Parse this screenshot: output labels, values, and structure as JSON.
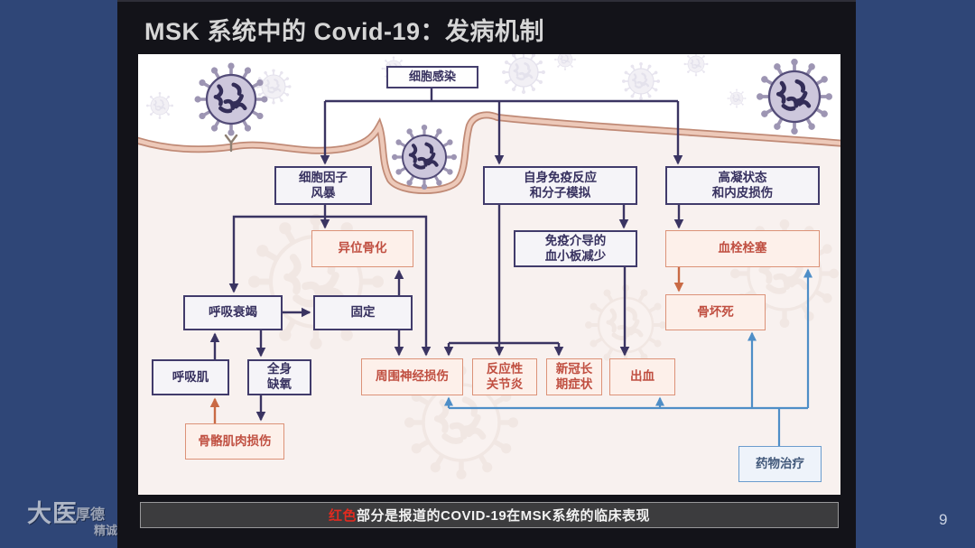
{
  "slide": {
    "title": "MSK 系统中的 Covid-19：发病机制",
    "page_number": "9",
    "logo": {
      "big": "大医",
      "small": "厚德",
      "line2": "精诚"
    },
    "footer": {
      "highlight": "红色",
      "rest": "部分是报道的COVID-19在MSK系统的临床表现"
    }
  },
  "diagram": {
    "nodes": {
      "cell_infection": {
        "label": "细胞感染",
        "type": "navy"
      },
      "cytokine_storm": {
        "label": "细胞因子\n风暴",
        "type": "navy"
      },
      "autoimmune_response": {
        "label": "自身免疫反应\n和分子模拟",
        "type": "navy"
      },
      "hypercoagulable_state": {
        "label": "高凝状态\n和内皮损伤",
        "type": "navy"
      },
      "heterotopic_ossification": {
        "label": "异位骨化",
        "type": "red"
      },
      "immune_thrombocytopenia": {
        "label": "免疫介导的\n血小板减少",
        "type": "navy"
      },
      "thromboembolism": {
        "label": "血栓栓塞",
        "type": "red"
      },
      "respiratory_failure": {
        "label": "呼吸衰竭",
        "type": "navy"
      },
      "immobilization": {
        "label": "固定",
        "type": "navy"
      },
      "osteonecrosis": {
        "label": "骨坏死",
        "type": "red"
      },
      "respiratory_muscle": {
        "label": "呼吸肌",
        "type": "navy"
      },
      "systemic_hypoxia": {
        "label": "全身\n缺氧",
        "type": "navy"
      },
      "peripheral_nerve_injury": {
        "label": "周围神经损伤",
        "type": "red"
      },
      "reactive_arthritis": {
        "label": "反应性\n关节炎",
        "type": "red"
      },
      "long_covid": {
        "label": "新冠长\n期症状",
        "type": "red"
      },
      "bleeding": {
        "label": "出血",
        "type": "red"
      },
      "musculoskeletal_injury": {
        "label": "骨骼肌肉损伤",
        "type": "red"
      },
      "drug_treatment": {
        "label": "药物治疗",
        "type": "blue"
      }
    },
    "edges": [
      {
        "from": "cell_infection",
        "to": "cytokine_storm",
        "style": "navy"
      },
      {
        "from": "cell_infection",
        "to": "autoimmune_response",
        "style": "navy"
      },
      {
        "from": "cell_infection",
        "to": "hypercoagulable_state",
        "style": "navy"
      },
      {
        "from": "cytokine_storm",
        "to": "heterotopic_ossification",
        "style": "navy"
      },
      {
        "from": "cytokine_storm",
        "to": "respiratory_failure",
        "style": "navy"
      },
      {
        "from": "cytokine_storm",
        "to": "peripheral_nerve_injury",
        "style": "navy"
      },
      {
        "from": "respiratory_failure",
        "to": "immobilization",
        "style": "navy"
      },
      {
        "from": "respiratory_failure",
        "to": "systemic_hypoxia",
        "style": "navy"
      },
      {
        "from": "respiratory_muscle",
        "to": "respiratory_failure",
        "style": "navy"
      },
      {
        "from": "immobilization",
        "to": "heterotopic_ossification",
        "style": "navy"
      },
      {
        "from": "immobilization",
        "to": "peripheral_nerve_injury",
        "style": "navy"
      },
      {
        "from": "systemic_hypoxia",
        "to": "musculoskeletal_injury",
        "style": "navy"
      },
      {
        "from": "musculoskeletal_injury",
        "to": "respiratory_muscle",
        "style": "orange"
      },
      {
        "from": "autoimmune_response",
        "to": "immune_thrombocytopenia",
        "style": "navy"
      },
      {
        "from": "autoimmune_response",
        "to": "peripheral_nerve_injury",
        "style": "navy"
      },
      {
        "from": "autoimmune_response",
        "to": "reactive_arthritis",
        "style": "navy"
      },
      {
        "from": "autoimmune_response",
        "to": "long_covid",
        "style": "navy"
      },
      {
        "from": "immune_thrombocytopenia",
        "to": "bleeding",
        "style": "navy"
      },
      {
        "from": "hypercoagulable_state",
        "to": "thromboembolism",
        "style": "navy"
      },
      {
        "from": "thromboembolism",
        "to": "osteonecrosis",
        "style": "orange"
      },
      {
        "from": "drug_treatment",
        "to": "peripheral_nerve_injury",
        "style": "blue"
      },
      {
        "from": "drug_treatment",
        "to": "bleeding",
        "style": "blue"
      },
      {
        "from": "drug_treatment",
        "to": "osteonecrosis",
        "style": "blue"
      },
      {
        "from": "drug_treatment",
        "to": "thromboembolism",
        "style": "blue"
      }
    ],
    "colors": {
      "background_navy": "#2f4677",
      "frame_black": "#131319",
      "title_text": "#d6d6d6",
      "navy_node_border": "#413b6b",
      "navy_node_text": "#37315f",
      "red_node_border": "#dc9278",
      "red_node_text": "#c04f41",
      "blue_node_border": "#6b9cce",
      "arrow_navy": "#3a3462",
      "arrow_orange": "#c96a45",
      "arrow_blue": "#4e8ec7",
      "membrane": "#c08a76",
      "cytoplasm": "#f8f1ef",
      "caption_highlight": "#e02b20"
    }
  }
}
